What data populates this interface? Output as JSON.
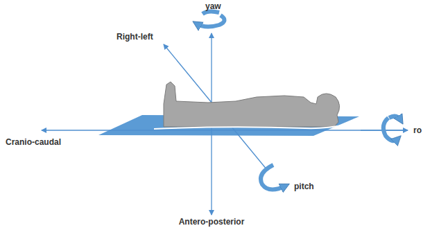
{
  "diagram": {
    "labels": [
      "yaw",
      "Right-left",
      "Cranio-caudal",
      "ro",
      "pitch",
      "Antero-posterior"
    ]
  }
}
